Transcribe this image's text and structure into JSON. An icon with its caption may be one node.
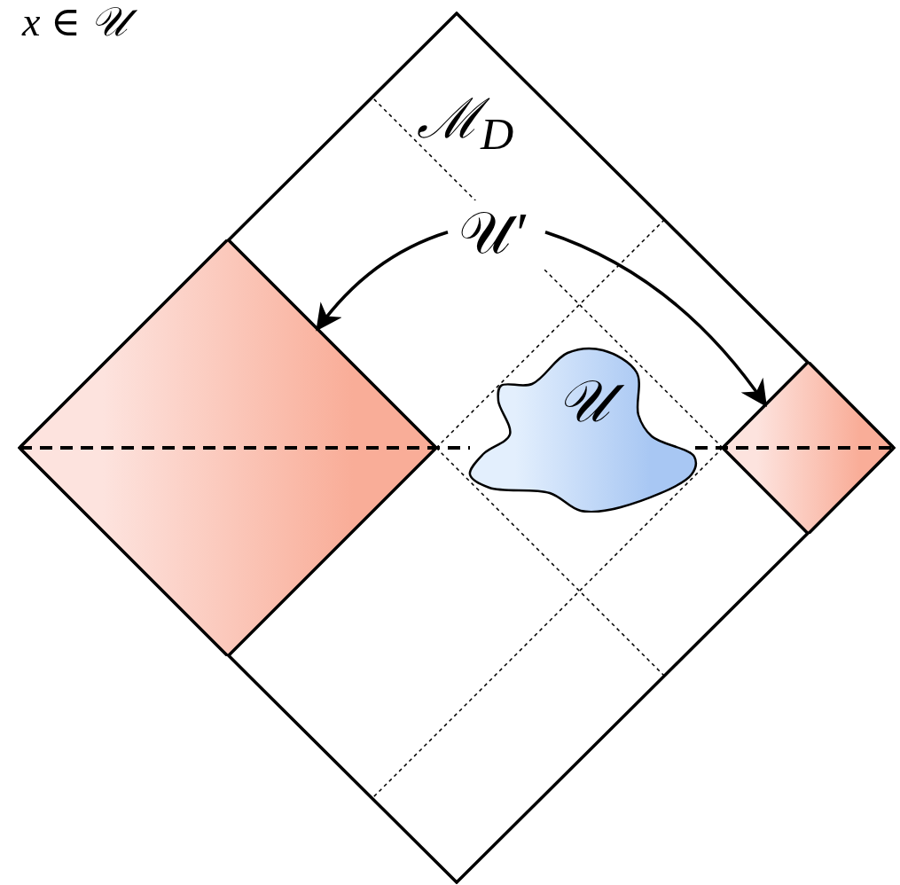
{
  "diagram": {
    "nodes": [
      {
        "text": [
          "ℳ$_{D}$"
        ]
      },
      {
        "text": [
          "𝒰′"
        ],
        "in": 0
      },
      {
        "text": [],
        "shape": "diamond",
        "in": 0
      },
      {
        "text": [],
        "shape": "diamond",
        "in": 0
      },
      {
        "text": [
          "𝒰"
        ],
        "in": 0
      }
    ],
    "edges": [
      {
        "from": 1,
        "to": 2,
        "arrow": "to"
      },
      {
        "from": 1,
        "to": 3,
        "arrow": "to"
      }
    ],
    "labels": [
      "x ∈ 𝒰"
    ]
  }
}
